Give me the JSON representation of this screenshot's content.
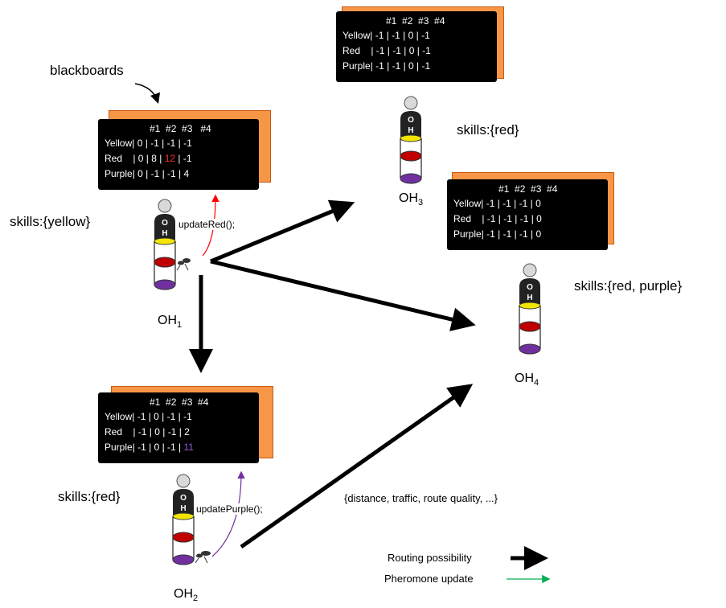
{
  "labels": {
    "blackboards": "blackboards",
    "note": "{distance, traffic, route quality, ...}",
    "legend_routing": "Routing possibility",
    "legend_pheromone": "Pheromone update"
  },
  "colors": {
    "board_bg": "#000000",
    "board_back": "#f79646",
    "yellow": "#f2e600",
    "red": "#c00000",
    "purple": "#7030a0",
    "routing_arrow": "#000000",
    "pheromone_arrow": "#00b050",
    "update_red": "#ff0000",
    "update_purple": "#7030a0"
  },
  "nodes": {
    "oh1": {
      "name": "OH",
      "sub": "1",
      "skills": "skills:{yellow}",
      "update_call": "updateRed();",
      "board": {
        "header": "#1  #2  #3   #4",
        "rows": [
          {
            "pre": "Yellow| 0 | -1 | -1 | -1",
            "hl": "",
            "post": ""
          },
          {
            "pre": "Red    | 0 | 8 | ",
            "hl": "12",
            "post": " | -1"
          },
          {
            "pre": "Purple| 0 | -1 | -1 | 4",
            "hl": "",
            "post": ""
          }
        ]
      }
    },
    "oh2": {
      "name": "OH",
      "sub": "2",
      "skills": "skills:{red}",
      "update_call": "updatePurple();",
      "board": {
        "header": "#1  #2  #3  #4",
        "rows": [
          {
            "pre": "Yellow| -1 | 0 | -1 | -1",
            "hl": "",
            "post": ""
          },
          {
            "pre": "Red    | -1 | 0 | -1 | 2",
            "hl": "",
            "post": ""
          },
          {
            "pre": "Purple| -1 | 0 | -1 | ",
            "hl": "11",
            "post": ""
          }
        ]
      }
    },
    "oh3": {
      "name": "OH",
      "sub": "3",
      "skills": "skills:{red}",
      "board": {
        "header": "#1  #2  #3  #4",
        "rows": [
          {
            "pre": "Yellow| -1 | -1 | 0 | -1",
            "hl": "",
            "post": ""
          },
          {
            "pre": "Red    | -1 | -1 | 0 | -1",
            "hl": "",
            "post": ""
          },
          {
            "pre": "Purple| -1 | -1 | 0 | -1",
            "hl": "",
            "post": ""
          }
        ]
      }
    },
    "oh4": {
      "name": "OH",
      "sub": "4",
      "skills": "skills:{red, purple}",
      "board": {
        "header": "#1  #2  #3  #4",
        "rows": [
          {
            "pre": "Yellow| -1 | -1 | -1 | 0",
            "hl": "",
            "post": ""
          },
          {
            "pre": "Red    | -1 | -1 | -1 | 0",
            "hl": "",
            "post": ""
          },
          {
            "pre": "Purple| -1 | -1 | -1 | 0",
            "hl": "",
            "post": ""
          }
        ]
      }
    }
  }
}
